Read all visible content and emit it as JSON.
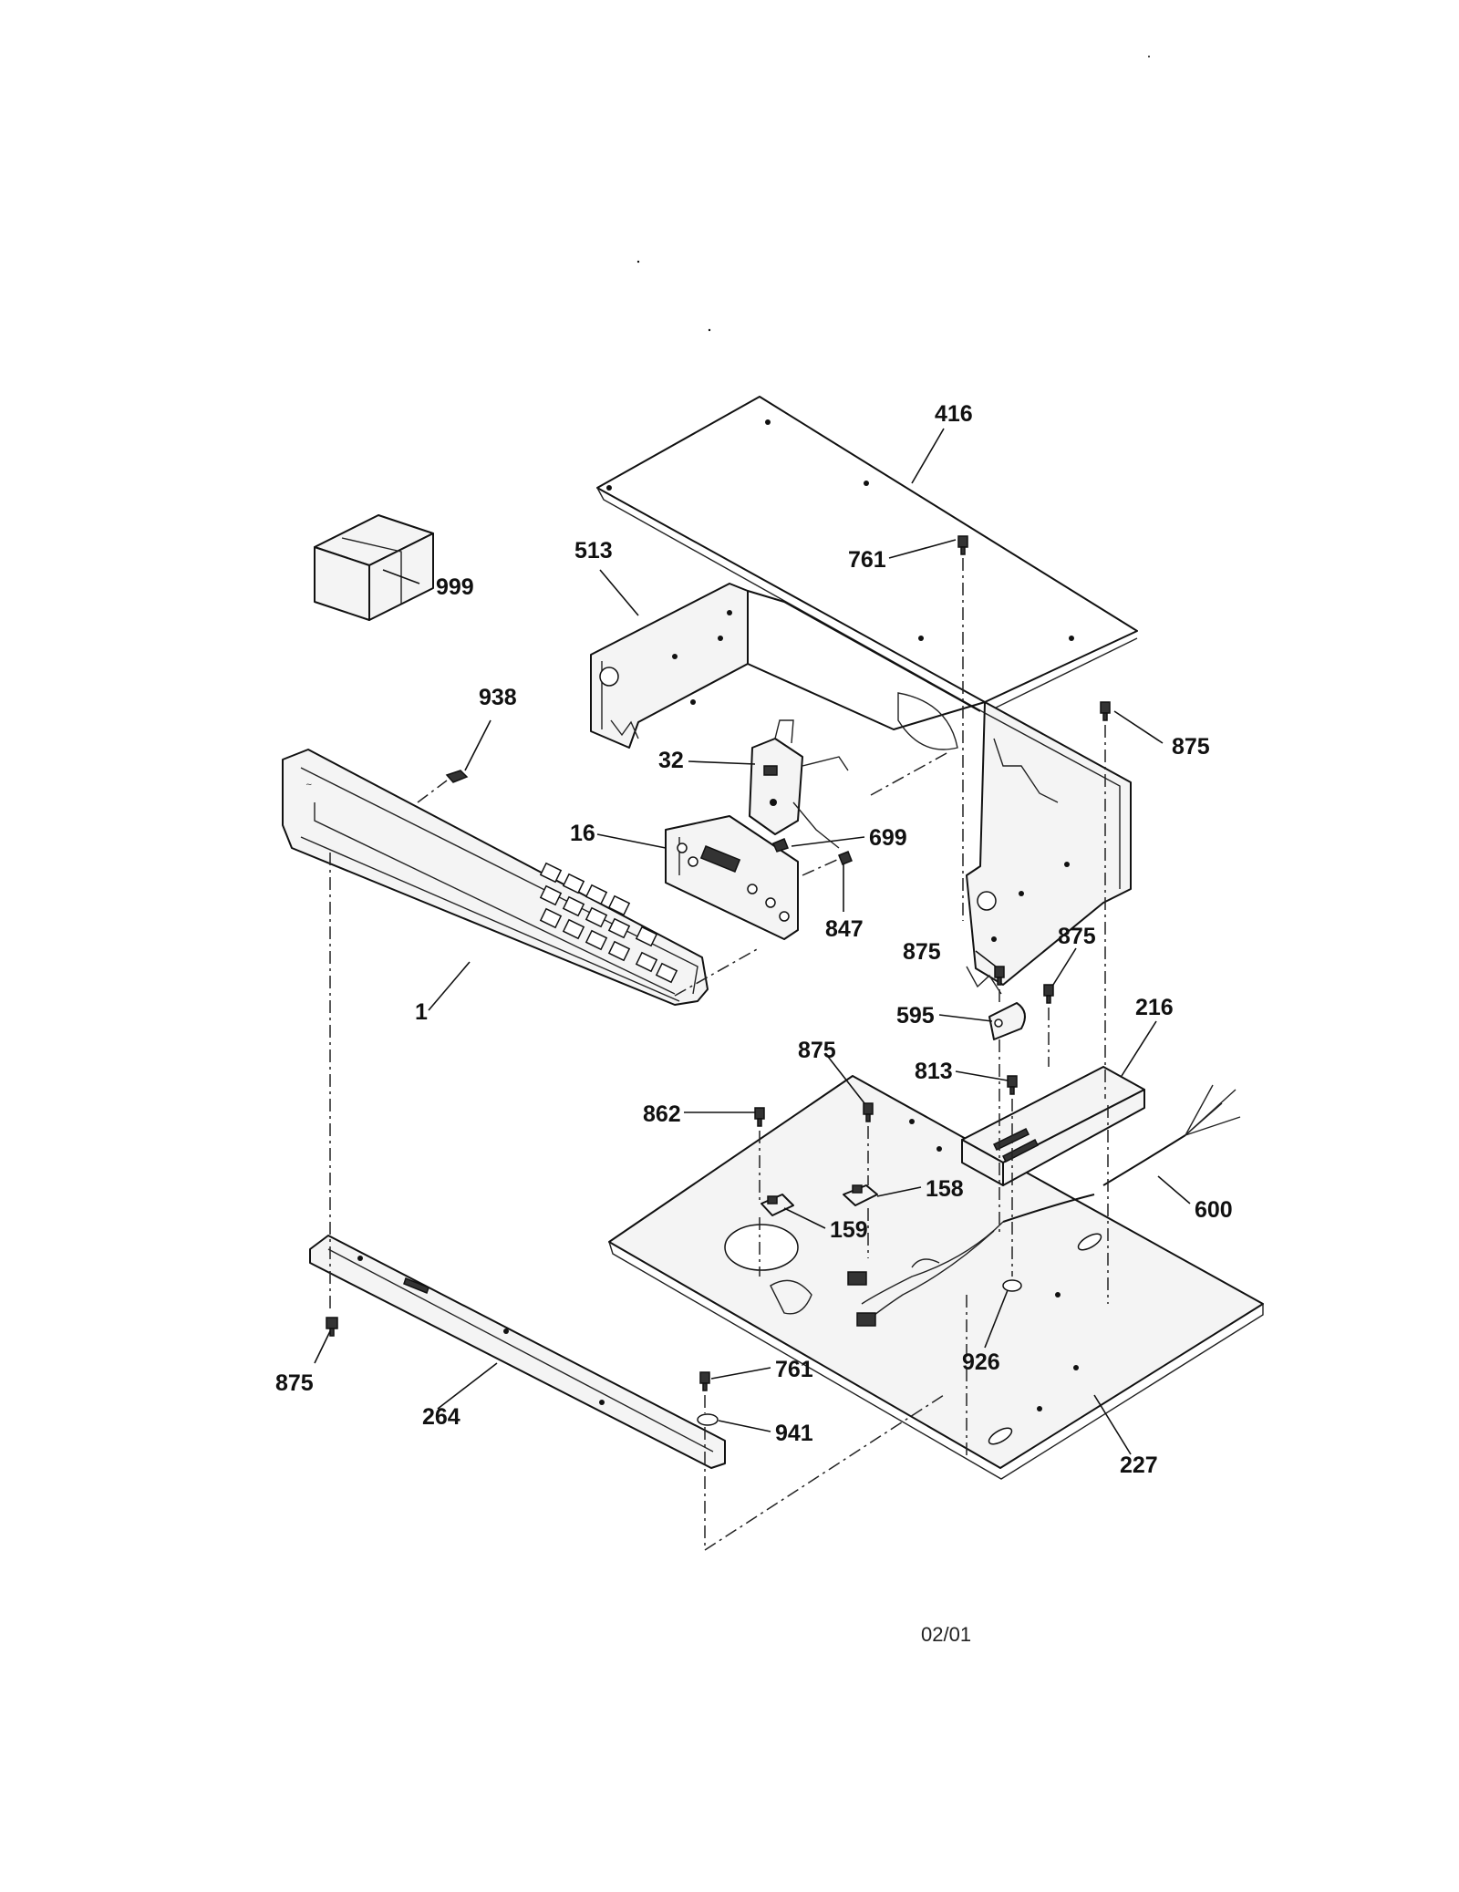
{
  "callouts": {
    "c416": "416",
    "c761a": "761",
    "c513": "513",
    "c999": "999",
    "c938": "938",
    "c875a": "875",
    "c32": "32",
    "c16": "16",
    "c699": "699",
    "c847": "847",
    "c1": "1",
    "c875b": "875",
    "c875c": "875",
    "c595": "595",
    "c216": "216",
    "c875d": "875",
    "c813": "813",
    "c862": "862",
    "c158": "158",
    "c600": "600",
    "c159": "159",
    "c926": "926",
    "c761b": "761",
    "c941": "941",
    "c875e": "875",
    "c264": "264",
    "c227": "227"
  },
  "footer": {
    "date_code": "02/01"
  }
}
